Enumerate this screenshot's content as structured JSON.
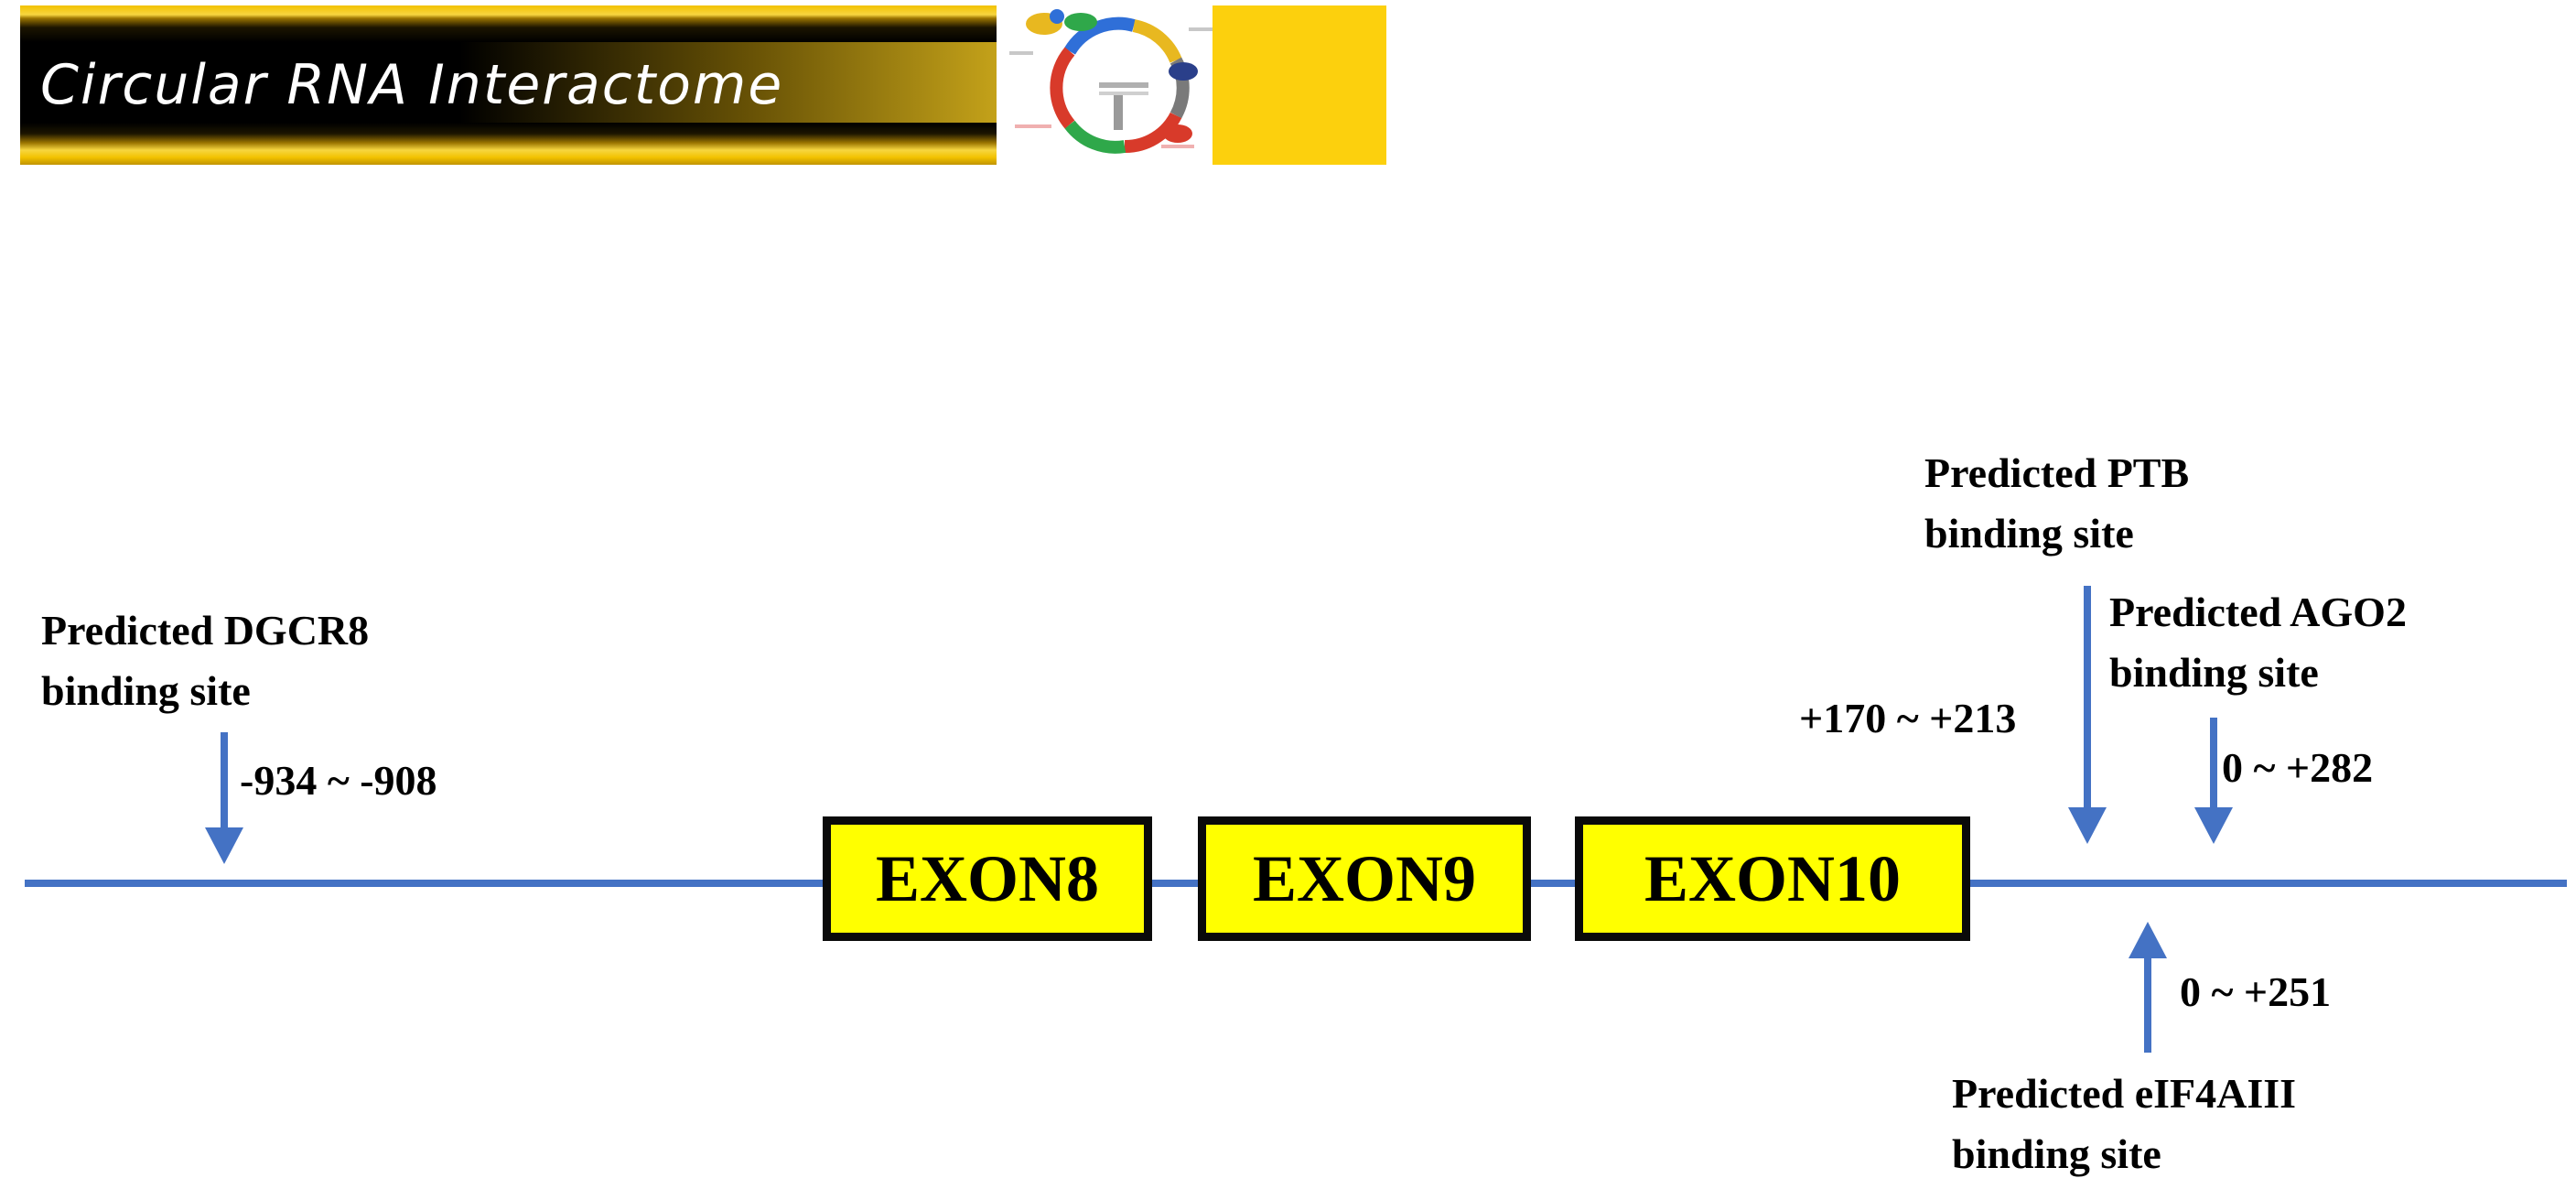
{
  "banner": {
    "title": "Circular RNA Interactome",
    "colors": {
      "gold": "#f2c200",
      "dark": "#000000",
      "yellow_block": "#fcd00d"
    }
  },
  "exons": [
    {
      "label": "EXON8"
    },
    {
      "label": "EXON9"
    },
    {
      "label": "EXON10"
    }
  ],
  "sites": {
    "dgcr8": {
      "line1": "Predicted DGCR8",
      "line2": "binding site",
      "range": "-934 ~ -908"
    },
    "ptb": {
      "line1": "Predicted PTB",
      "line2": "binding site",
      "range": "+170 ~ +213"
    },
    "ago2": {
      "line1": "Predicted AGO2",
      "line2": "binding site",
      "range": "0 ~ +282"
    },
    "eif4a3": {
      "line1": "Predicted eIF4AIII",
      "line2": "binding site",
      "range": "0 ~ +251"
    }
  },
  "colors": {
    "line": "#4472c4",
    "exon_fill": "#ffff00",
    "exon_border": "#0a0a0a"
  }
}
